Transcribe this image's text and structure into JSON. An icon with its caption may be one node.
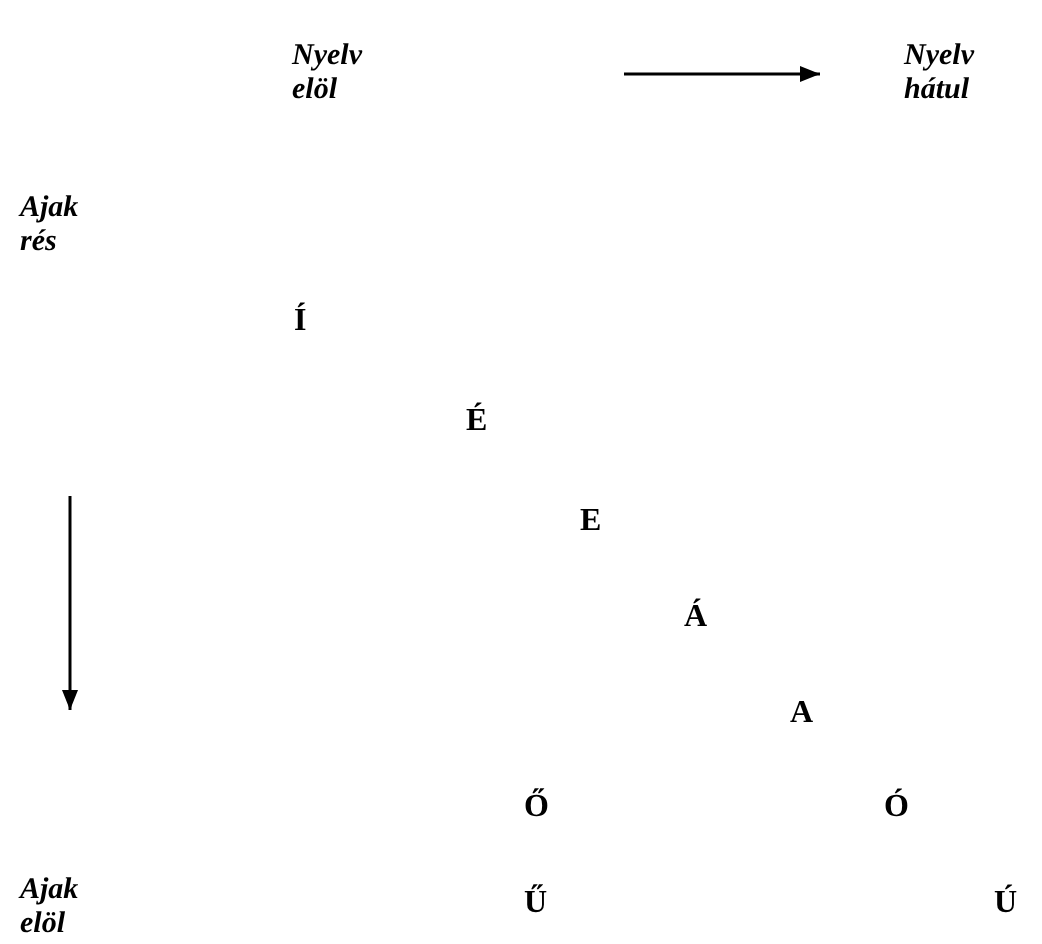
{
  "diagram": {
    "labels": [
      "Nyelv elöl",
      "Nyelv hátul",
      "Ajak rés",
      "Í",
      "É",
      "E",
      "Á",
      "A",
      "Ő",
      "Ó",
      "Ajak elöl",
      "Ű",
      "Ú"
    ]
  }
}
